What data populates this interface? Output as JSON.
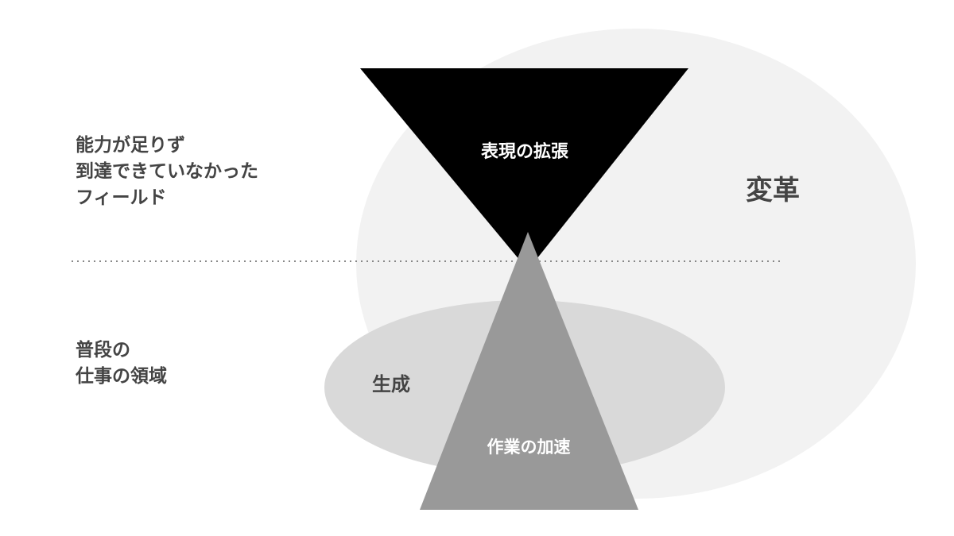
{
  "left_labels": {
    "upper": [
      "能力が足りず",
      "到達できていなかった",
      "フィールド"
    ],
    "lower": [
      "普段の",
      "仕事の領域"
    ]
  },
  "shapes": {
    "transformation": "変革",
    "generation": "生成",
    "expression": "表現の拡張",
    "acceleration": "作業の加速"
  },
  "colors": {
    "large_circle": "#f2f2f2",
    "ellipse": "#d9d9d9",
    "inverted_triangle": "#000000",
    "upright_triangle": "#999999",
    "divider": "#888888",
    "text_dark": "#444444",
    "text_light": "#ffffff"
  }
}
